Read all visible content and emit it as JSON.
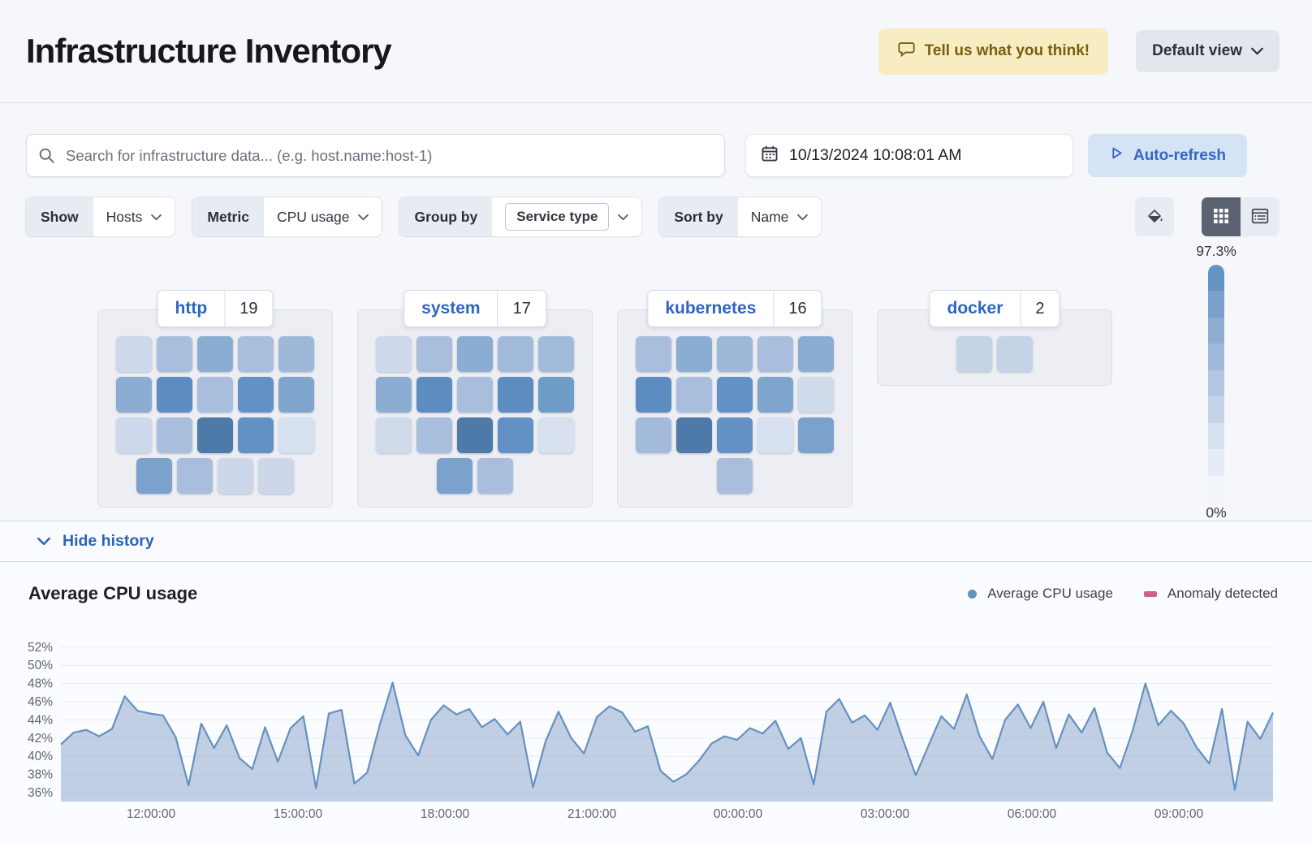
{
  "header": {
    "title": "Infrastructure Inventory",
    "feedback_button": "Tell us what you think!",
    "view_dropdown": "Default view"
  },
  "toolbar": {
    "search_placeholder": "Search for infrastructure data... (e.g. host.name:host-1)",
    "datetime": "10/13/2024 10:08:01 AM",
    "auto_refresh_label": "Auto-refresh"
  },
  "filters": {
    "show_label": "Show",
    "show_value": "Hosts",
    "metric_label": "Metric",
    "metric_value": "CPU usage",
    "group_label": "Group by",
    "group_value": "Service type",
    "sort_label": "Sort by",
    "sort_value": "Name"
  },
  "icons": [
    "speech-bubble-icon",
    "chevron-down-icon",
    "search-icon",
    "calendar-icon",
    "play-icon",
    "paint-bucket-icon",
    "grid-view-icon",
    "table-view-icon"
  ],
  "scale": {
    "max": "97.3%",
    "min": "0%",
    "steps": [
      "#6793c3",
      "#7aa0cb",
      "#8dadd3",
      "#a0badb",
      "#b3c7e2",
      "#c5d3e9",
      "#d7e0ef",
      "#e6ecf5",
      "#f2f6fb"
    ]
  },
  "groups": [
    {
      "name": "http",
      "count": "19",
      "rows": [
        [
          "#cdd9ea",
          "#a9bedd",
          "#8cadd3",
          "#a9bedd",
          "#9eb8d9"
        ],
        [
          "#8cadd3",
          "#5d8cc1",
          "#a9bedd",
          "#6391c5",
          "#7fa5ce"
        ],
        [
          "#cdd9ea",
          "#a9bedd",
          "#4d7aa9",
          "#6391c5",
          "#d7e0ee"
        ],
        [
          "#7ba2cd",
          "#a9bedd",
          "#ccd8e9",
          "#ccd8e9"
        ]
      ]
    },
    {
      "name": "system",
      "count": "17",
      "rows": [
        [
          "#cdd9ea",
          "#a9bedd",
          "#8cadd3",
          "#a3bbdb",
          "#a3bbdb"
        ],
        [
          "#8cadd3",
          "#5d8cc1",
          "#a9bedd",
          "#5d8cc1",
          "#6f9bc8"
        ],
        [
          "#cfdbea",
          "#a9bedd",
          "#4d7aa9",
          "#6391c5",
          "#d7e0ee"
        ],
        [
          "#7ba2cd",
          "#a9bedd"
        ]
      ]
    },
    {
      "name": "kubernetes",
      "count": "16",
      "rows": [
        [
          "#a9bedd",
          "#8cadd3",
          "#9eb8d9",
          "#a9bedd",
          "#8cadd3"
        ],
        [
          "#5d8cc1",
          "#a9bedd",
          "#6391c5",
          "#7fa5ce",
          "#cfdbea"
        ],
        [
          "#a3bbdb",
          "#4d7aa9",
          "#6391c5",
          "#d7e0ee",
          "#7ba2cd"
        ],
        [
          "#a9bedd"
        ]
      ]
    },
    {
      "name": "docker",
      "count": "2",
      "rows": [
        [
          "#c5d3e6",
          "#c5d3e6"
        ]
      ]
    }
  ],
  "history": {
    "toggle_label": "Hide history"
  },
  "chart_data": {
    "type": "area",
    "title": "Average CPU usage",
    "legend": [
      {
        "label": "Average CPU usage",
        "marker": "dot",
        "color": "#6092c0"
      },
      {
        "label": "Anomaly detected",
        "marker": "bar",
        "color": "#d36086"
      }
    ],
    "xlabel": "",
    "ylabel": "",
    "ylim": [
      35,
      52.5
    ],
    "yticks": [
      52,
      50,
      48,
      46,
      44,
      42,
      40,
      38,
      36
    ],
    "ytick_suffix": "%",
    "xticks": [
      "12:00:00",
      "15:00:00",
      "18:00:00",
      "21:00:00",
      "00:00:00",
      "03:00:00",
      "06:00:00",
      "09:00:00"
    ],
    "grid": "horizontal",
    "legend_position": "top-right",
    "series": [
      {
        "name": "Average CPU usage",
        "line_color": "#6590c2",
        "fill_color": "#8fa9cd",
        "values": [
          41.3,
          42.6,
          42.9,
          42.2,
          43.0,
          46.6,
          45.0,
          44.7,
          44.5,
          42.1,
          36.8,
          43.6,
          40.9,
          43.4,
          39.8,
          38.6,
          43.2,
          39.4,
          43.1,
          44.4,
          36.5,
          44.7,
          45.1,
          37.0,
          38.2,
          43.5,
          48.1,
          42.3,
          40.1,
          44.0,
          45.6,
          44.6,
          45.2,
          43.2,
          44.1,
          42.4,
          43.8,
          36.6,
          41.7,
          44.9,
          42.0,
          40.3,
          44.3,
          45.5,
          44.8,
          42.7,
          43.3,
          38.4,
          37.2,
          38.0,
          39.5,
          41.4,
          42.2,
          41.8,
          43.1,
          42.5,
          43.9,
          40.8,
          42.0,
          36.9,
          44.9,
          46.3,
          43.7,
          44.5,
          42.9,
          45.9,
          41.8,
          37.9,
          41.2,
          44.4,
          43.0,
          46.8,
          42.2,
          39.7,
          44.0,
          45.7,
          43.1,
          46.0,
          40.9,
          44.6,
          42.6,
          45.3,
          40.4,
          38.7,
          42.8,
          48.0,
          43.4,
          45.0,
          43.6,
          41.0,
          39.2,
          45.2,
          36.3,
          43.8,
          41.9,
          44.8
        ]
      }
    ],
    "anomalies": []
  }
}
